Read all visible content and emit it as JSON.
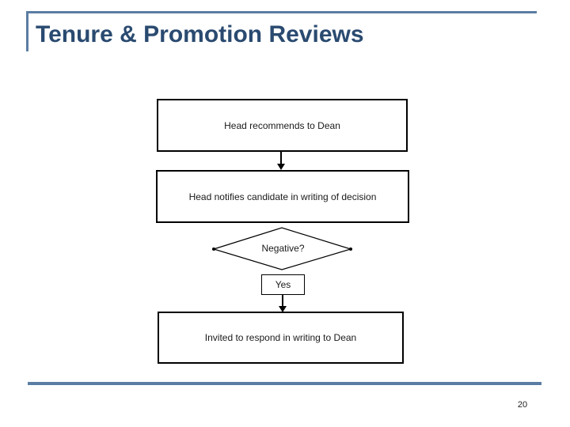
{
  "slide": {
    "title": "Tenure & Promotion Reviews",
    "page_number": "20"
  },
  "colors": {
    "accent_line": "#5B7DA3",
    "title_text": "#2A4A70",
    "box_border": "#000000",
    "box_fill": "#FFFFFF"
  },
  "flowchart": {
    "nodes": [
      {
        "type": "process",
        "label": "Head recommends to Dean"
      },
      {
        "type": "process",
        "label": "Head notifies candidate in writing of decision"
      },
      {
        "type": "decision",
        "label": "Negative?"
      },
      {
        "type": "label",
        "label": "Yes"
      },
      {
        "type": "process",
        "label": "Invited to respond in writing to Dean"
      }
    ]
  }
}
